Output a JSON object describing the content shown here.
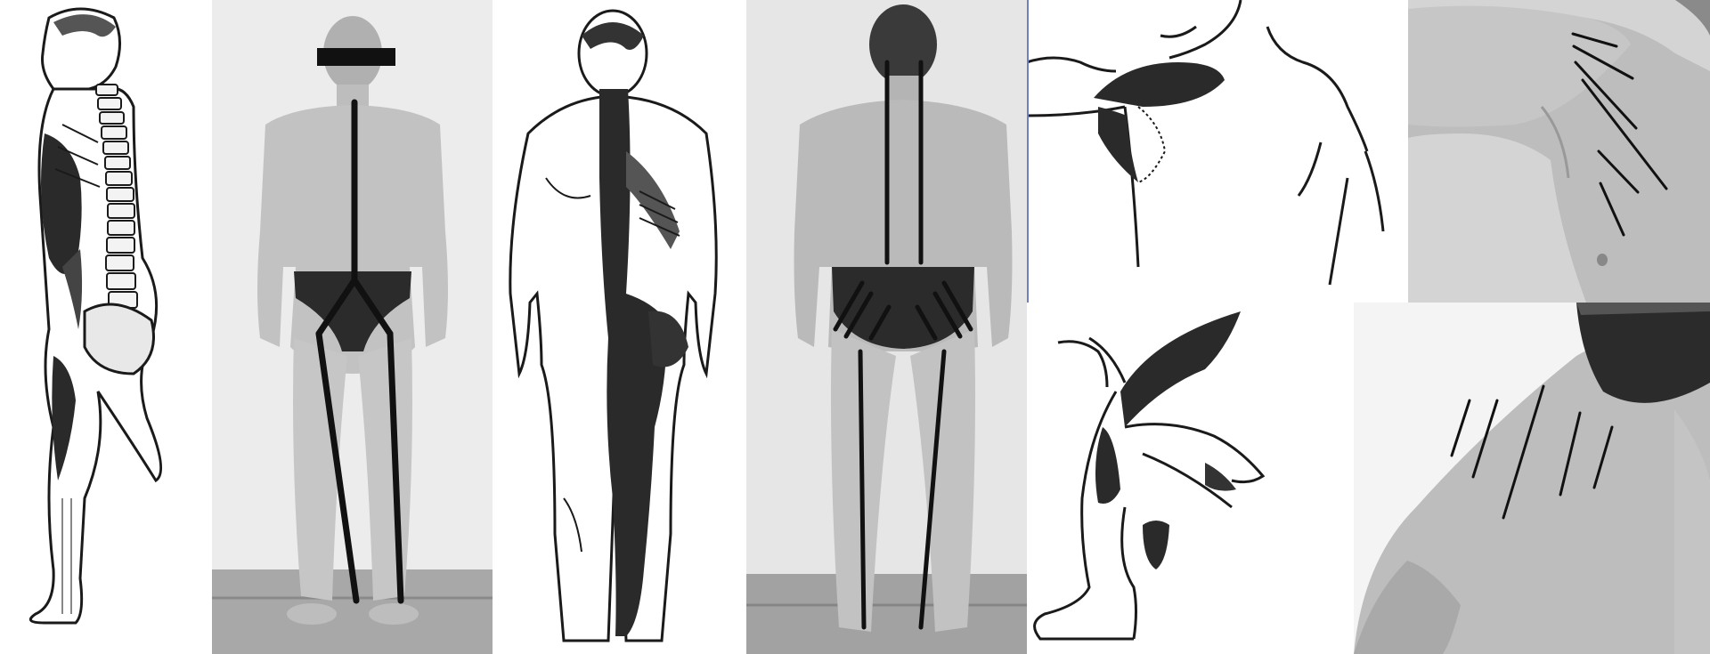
{
  "panels": [
    {
      "id": "anterior-chain-spine-drawing",
      "icon": "spine-lateral-illustration"
    },
    {
      "id": "anterior-chain-photo",
      "icon": "front-view-photo"
    },
    {
      "id": "posterior-chain-drawing",
      "icon": "back-view-illustration"
    },
    {
      "id": "posterior-chain-photo",
      "icon": "back-view-photo"
    },
    {
      "id": "shoulder-pectoral-drawing",
      "icon": "shoulder-illustration"
    },
    {
      "id": "armpit-photo",
      "icon": "armpit-photo"
    },
    {
      "id": "hip-thigh-drawing",
      "icon": "thigh-illustration"
    },
    {
      "id": "inner-thigh-photo",
      "icon": "thigh-photo"
    }
  ],
  "colors": {
    "ink": "#1a1a1a",
    "muscle": "#2a2a2a",
    "skin": "#bdbdbd",
    "skin_light": "#d4d4d4",
    "underwear": "#2b2b2b",
    "floor": "#a8a8a8",
    "divider": "#6f7fbf"
  }
}
